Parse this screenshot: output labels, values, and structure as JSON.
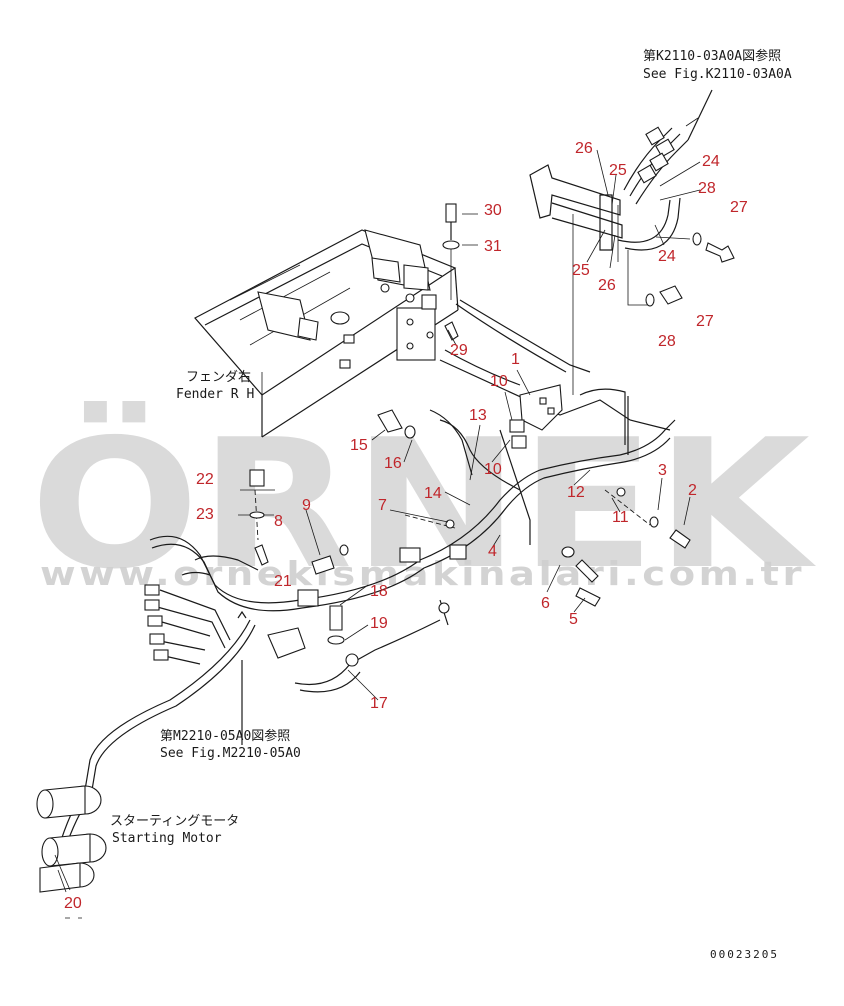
{
  "refs": {
    "top_right_jp": "第K2110-03A0A図参照",
    "top_right_en": "See Fig.K2110-03A0A",
    "bottom_jp": "第M2210-05A0図参照",
    "bottom_en": "See Fig.M2210-05A0"
  },
  "labels": {
    "fender_jp": "フェンダ右",
    "fender_en": "Fender R H",
    "motor_jp": "スターティングモータ",
    "motor_en": "Starting Motor"
  },
  "drawing_number": "00023205",
  "watermark": {
    "brand": "ÖRNEK",
    "url": "www.ornekismakinalari.com.tr",
    "color": "#d4d4d4",
    "accent": "#f5d76e"
  },
  "callouts": [
    "1",
    "2",
    "3",
    "4",
    "5",
    "6",
    "7",
    "8",
    "9",
    "10",
    "10",
    "11",
    "12",
    "13",
    "14",
    "15",
    "16",
    "17",
    "18",
    "19",
    "20",
    "21",
    "22",
    "23",
    "24",
    "24",
    "25",
    "25",
    "26",
    "26",
    "27",
    "27",
    "28",
    "28",
    "29",
    "30",
    "31"
  ],
  "callout_color": "#c0262b"
}
